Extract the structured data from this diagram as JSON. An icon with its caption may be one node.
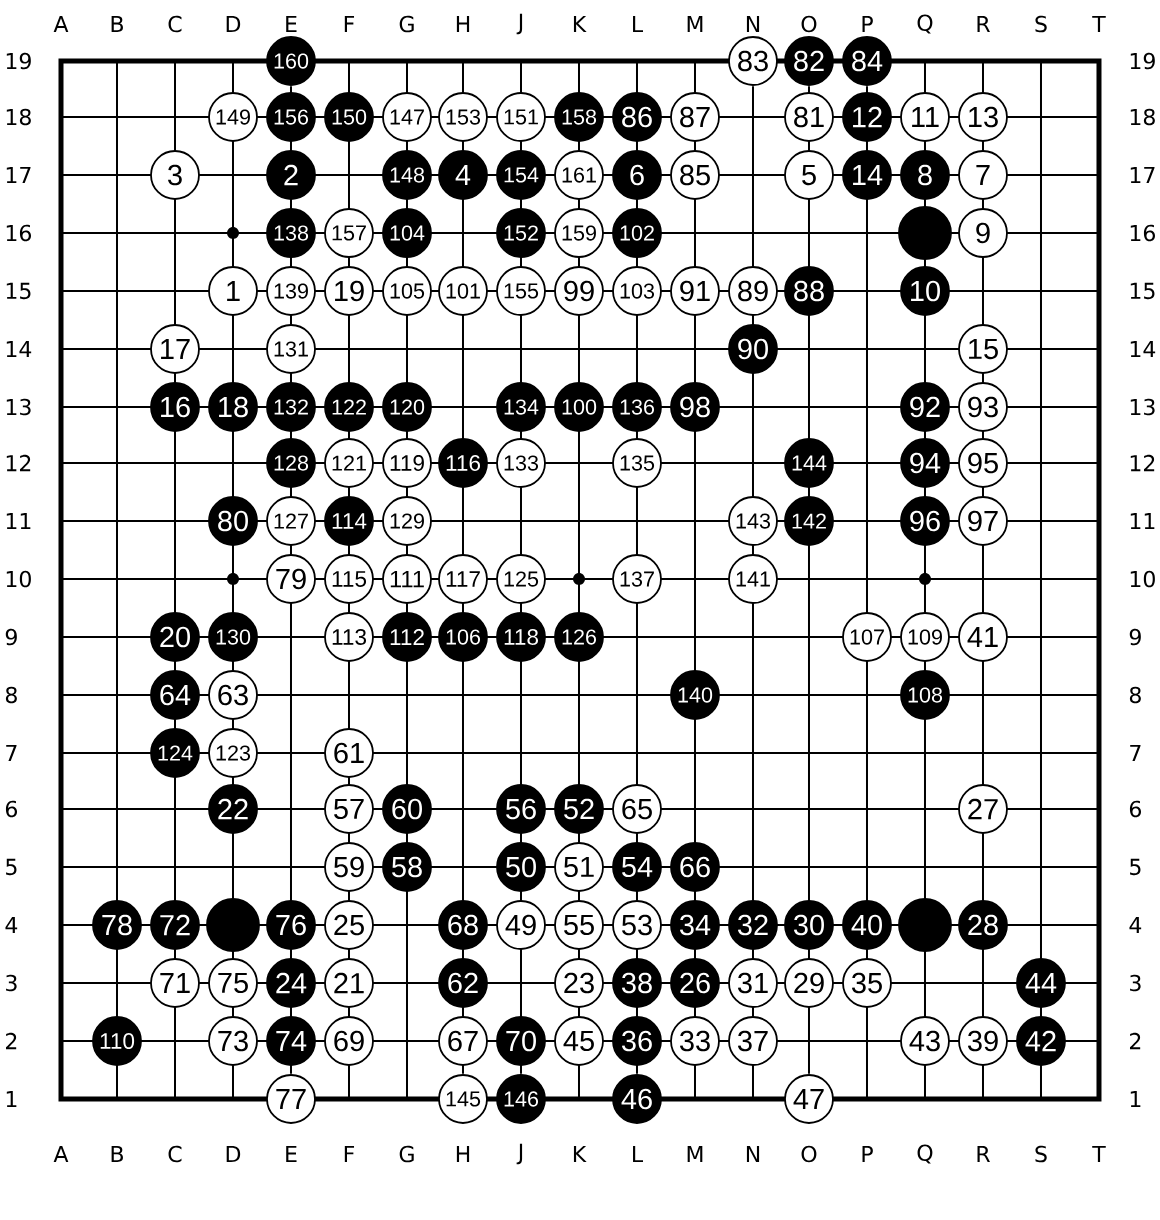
{
  "diagram": {
    "nodes": [
      {
        "text": [
          "160"
        ]
      },
      {
        "text": [
          "83"
        ]
      },
      {
        "text": [
          "82"
        ]
      },
      {
        "text": [
          "84"
        ]
      },
      {
        "text": [
          "149"
        ]
      },
      {
        "text": [
          "156"
        ]
      },
      {
        "text": [
          "150"
        ]
      },
      {
        "text": [
          "147"
        ]
      },
      {
        "text": [
          "153"
        ]
      },
      {
        "text": [
          "151"
        ]
      },
      {
        "text": [
          "158"
        ]
      },
      {
        "text": [
          "86"
        ]
      },
      {
        "text": [
          "87"
        ]
      },
      {
        "text": [
          "81"
        ]
      },
      {
        "text": [
          "12"
        ]
      },
      {
        "text": [
          "11"
        ]
      },
      {
        "text": [
          "13"
        ]
      },
      {
        "text": [
          "3"
        ]
      },
      {
        "text": [
          "2"
        ]
      },
      {
        "text": [
          "148"
        ]
      },
      {
        "text": [
          "4"
        ]
      },
      {
        "text": [
          "154"
        ]
      },
      {
        "text": [
          "161"
        ]
      },
      {
        "text": [
          "6"
        ]
      },
      {
        "text": [
          "85"
        ]
      },
      {
        "text": [
          "5"
        ]
      },
      {
        "text": [
          "14"
        ]
      },
      {
        "text": [
          "8"
        ]
      },
      {
        "text": [
          "7"
        ]
      },
      {
        "text": [
          "138"
        ]
      },
      {
        "text": [
          "157"
        ]
      },
      {
        "text": [
          "104"
        ]
      },
      {
        "text": [
          "152"
        ]
      },
      {
        "text": [
          "159"
        ]
      },
      {
        "text": [
          "102"
        ]
      },
      {
        "text": [],
        "shape": "circle"
      },
      {
        "text": [
          "9"
        ]
      },
      {
        "text": [
          "1"
        ]
      },
      {
        "text": [
          "139"
        ]
      },
      {
        "text": [
          "19"
        ]
      },
      {
        "text": [
          "105"
        ]
      },
      {
        "text": [
          "101"
        ]
      },
      {
        "text": [
          "155"
        ]
      },
      {
        "text": [
          "99"
        ]
      },
      {
        "text": [
          "103"
        ]
      },
      {
        "text": [
          "91"
        ]
      },
      {
        "text": [
          "89"
        ]
      },
      {
        "text": [
          "88"
        ]
      },
      {
        "text": [
          "10"
        ]
      },
      {
        "text": [
          "17"
        ]
      },
      {
        "text": [
          "131"
        ]
      },
      {
        "text": [
          "90"
        ]
      },
      {
        "text": [
          "15"
        ]
      },
      {
        "text": [
          "16"
        ]
      },
      {
        "text": [
          "18"
        ]
      },
      {
        "text": [
          "132"
        ]
      },
      {
        "text": [
          "122"
        ]
      },
      {
        "text": [
          "120"
        ]
      },
      {
        "text": [
          "134"
        ]
      },
      {
        "text": [
          "100"
        ]
      },
      {
        "text": [
          "136"
        ]
      },
      {
        "text": [
          "98"
        ]
      },
      {
        "text": [
          "92"
        ]
      },
      {
        "text": [
          "93"
        ]
      },
      {
        "text": [
          "128"
        ]
      },
      {
        "text": [
          "121"
        ]
      },
      {
        "text": [
          "119"
        ]
      },
      {
        "text": [
          "116"
        ]
      },
      {
        "text": [
          "133"
        ]
      },
      {
        "text": [
          "135"
        ]
      },
      {
        "text": [
          "144"
        ]
      },
      {
        "text": [
          "94"
        ]
      },
      {
        "text": [
          "95"
        ]
      },
      {
        "text": [
          "80"
        ]
      },
      {
        "text": [
          "127"
        ]
      },
      {
        "text": [
          "114"
        ]
      },
      {
        "text": [
          "129"
        ]
      },
      {
        "text": [
          "143"
        ]
      },
      {
        "text": [
          "142"
        ]
      },
      {
        "text": [
          "96"
        ]
      },
      {
        "text": [
          "97"
        ]
      },
      {
        "text": [
          "79"
        ]
      },
      {
        "text": [
          "115"
        ]
      },
      {
        "text": [
          "111"
        ]
      },
      {
        "text": [
          "117"
        ]
      },
      {
        "text": [
          "125"
        ]
      },
      {
        "text": [
          "137"
        ]
      },
      {
        "text": [
          "141"
        ]
      },
      {
        "text": [
          "20"
        ]
      },
      {
        "text": [
          "130"
        ]
      },
      {
        "text": [
          "113"
        ]
      },
      {
        "text": [
          "112"
        ]
      },
      {
        "text": [
          "106"
        ]
      },
      {
        "text": [
          "118"
        ]
      },
      {
        "text": [
          "126"
        ]
      },
      {
        "text": [
          "107"
        ]
      },
      {
        "text": [
          "109"
        ]
      },
      {
        "text": [
          "41"
        ]
      },
      {
        "text": [
          "64"
        ]
      },
      {
        "text": [
          "63"
        ]
      },
      {
        "text": [
          "140"
        ]
      },
      {
        "text": [
          "108"
        ]
      },
      {
        "text": [
          "124"
        ]
      },
      {
        "text": [
          "123"
        ]
      },
      {
        "text": [
          "61"
        ]
      },
      {
        "text": [
          "22"
        ]
      },
      {
        "text": [
          "57"
        ]
      },
      {
        "text": [
          "60"
        ]
      },
      {
        "text": [
          "56"
        ]
      },
      {
        "text": [
          "52"
        ]
      },
      {
        "text": [
          "65"
        ]
      },
      {
        "text": [
          "27"
        ]
      },
      {
        "text": [
          "59"
        ]
      },
      {
        "text": [
          "58"
        ]
      },
      {
        "text": [
          "50"
        ]
      },
      {
        "text": [
          "51"
        ]
      },
      {
        "text": [
          "54"
        ]
      },
      {
        "text": [
          "66"
        ]
      },
      {
        "text": [
          "78"
        ]
      },
      {
        "text": [
          "72"
        ]
      },
      {
        "text": [],
        "shape": "circle"
      },
      {
        "text": [
          "76"
        ]
      },
      {
        "text": [
          "25"
        ]
      },
      {
        "text": [
          "68"
        ]
      },
      {
        "text": [
          "49"
        ]
      },
      {
        "text": [
          "55"
        ]
      },
      {
        "text": [
          "53"
        ]
      },
      {
        "text": [
          "34"
        ]
      },
      {
        "text": [
          "32"
        ]
      },
      {
        "text": [
          "30"
        ]
      },
      {
        "text": [
          "40"
        ]
      },
      {
        "text": [],
        "shape": "circle"
      },
      {
        "text": [
          "28"
        ]
      },
      {
        "text": [
          "71"
        ]
      },
      {
        "text": [
          "75"
        ]
      },
      {
        "text": [
          "24"
        ]
      },
      {
        "text": [
          "21"
        ]
      },
      {
        "text": [
          "62"
        ]
      },
      {
        "text": [
          "23"
        ]
      },
      {
        "text": [
          "38"
        ]
      },
      {
        "text": [
          "26"
        ]
      },
      {
        "text": [
          "31"
        ]
      },
      {
        "text": [
          "29"
        ]
      },
      {
        "text": [
          "35"
        ]
      },
      {
        "text": [
          "44"
        ]
      },
      {
        "text": [
          "110"
        ]
      },
      {
        "text": [
          "73"
        ]
      },
      {
        "text": [
          "74"
        ]
      },
      {
        "text": [
          "69"
        ]
      },
      {
        "text": [
          "67"
        ]
      },
      {
        "text": [
          "70"
        ]
      },
      {
        "text": [
          "45"
        ]
      },
      {
        "text": [
          "36"
        ]
      },
      {
        "text": [
          "33"
        ]
      },
      {
        "text": [
          "37"
        ]
      },
      {
        "text": [
          "43"
        ]
      },
      {
        "text": [
          "39"
        ]
      },
      {
        "text": [
          "42"
        ]
      },
      {
        "text": [
          "77"
        ]
      },
      {
        "text": [
          "145"
        ]
      },
      {
        "text": [
          "146"
        ]
      },
      {
        "text": [
          "46"
        ]
      },
      {
        "text": [
          "47"
        ]
      }
    ],
    "labels": [
      "A",
      "B",
      "C",
      "D",
      "E",
      "F",
      "G",
      "H",
      "J",
      "K",
      "L",
      "M",
      "N",
      "O",
      "P",
      "Q",
      "R",
      "S",
      "T",
      "19",
      "19",
      "18",
      "18",
      "17",
      "17",
      "16",
      "16",
      "15",
      "15",
      "14",
      "14",
      "13",
      "13",
      "12",
      "12",
      "11",
      "11",
      "10",
      "10",
      "9",
      "9",
      "8",
      "8",
      "7",
      "7",
      "6",
      "6",
      "5",
      "5",
      "4",
      "4",
      "3",
      "3",
      "2",
      "2",
      "1",
      "1",
      "A",
      "B",
      "C",
      "D",
      "E",
      "F",
      "G",
      "H",
      "J",
      "K",
      "L",
      "M",
      "N",
      "O",
      "P",
      "Q",
      "R",
      "S",
      "T"
    ]
  }
}
